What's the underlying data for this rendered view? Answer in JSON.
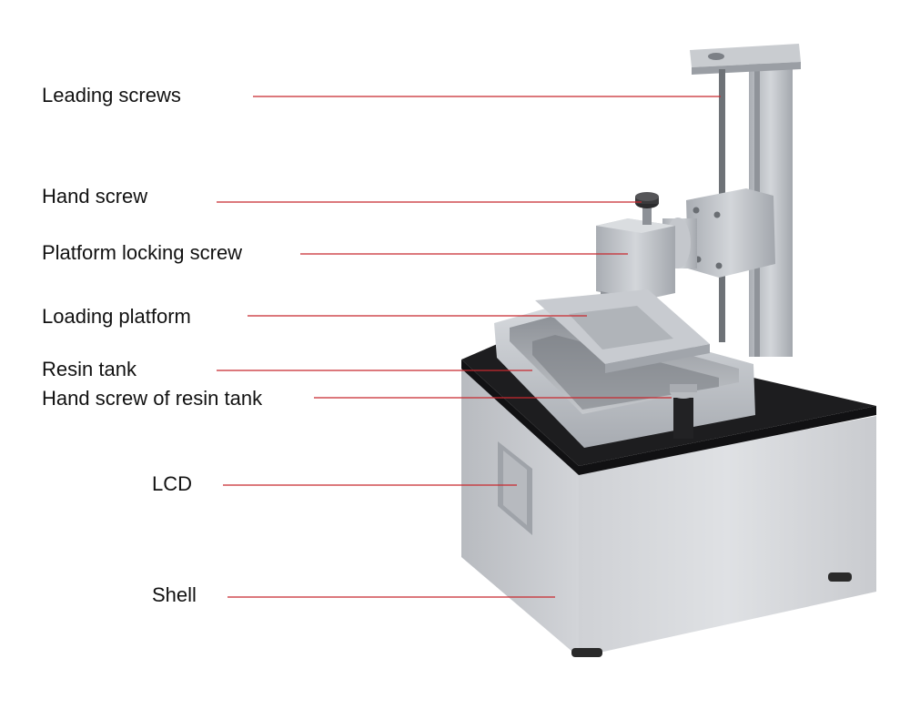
{
  "colors": {
    "leader_line": "#c8282e",
    "label_text": "#111111",
    "shell_face": "#d4d6da",
    "shell_side": "#b9bcc1",
    "top_plate": "#1d1d1f",
    "aluminum": "#c4c7cc",
    "aluminum_dark": "#9a9ea4"
  },
  "labels": [
    {
      "id": "leading-screws",
      "text": "Leading screws"
    },
    {
      "id": "hand-screw",
      "text": "Hand screw"
    },
    {
      "id": "platform-locking-screw",
      "text": "Platform locking screw"
    },
    {
      "id": "loading-platform",
      "text": "Loading platform"
    },
    {
      "id": "resin-tank",
      "text": "Resin tank"
    },
    {
      "id": "hand-screw-of-resin-tank",
      "text": "Hand screw of resin tank"
    },
    {
      "id": "lcd",
      "text": "LCD"
    },
    {
      "id": "shell",
      "text": "Shell"
    }
  ]
}
